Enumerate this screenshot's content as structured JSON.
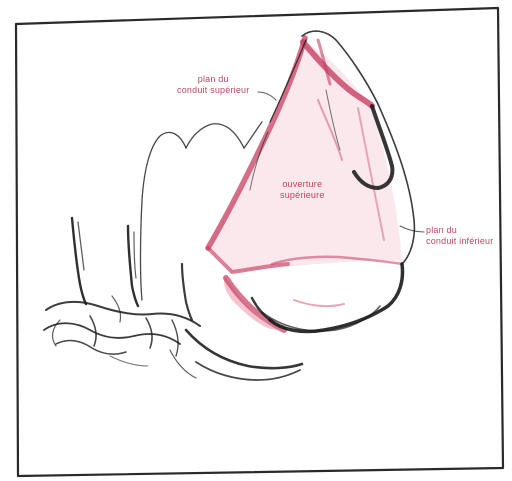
{
  "labels": {
    "top": {
      "line1": "plan du",
      "line2": "conduit supérieur"
    },
    "center": {
      "line1": "ouverture",
      "line2": "supérieure"
    },
    "right": {
      "line1": "plan du",
      "line2": "conduit inférieur"
    }
  },
  "colors": {
    "accent": "#c03250",
    "ink": "#1a1a1a",
    "frame": "#2a2a2a",
    "paper": "#ffffff"
  }
}
